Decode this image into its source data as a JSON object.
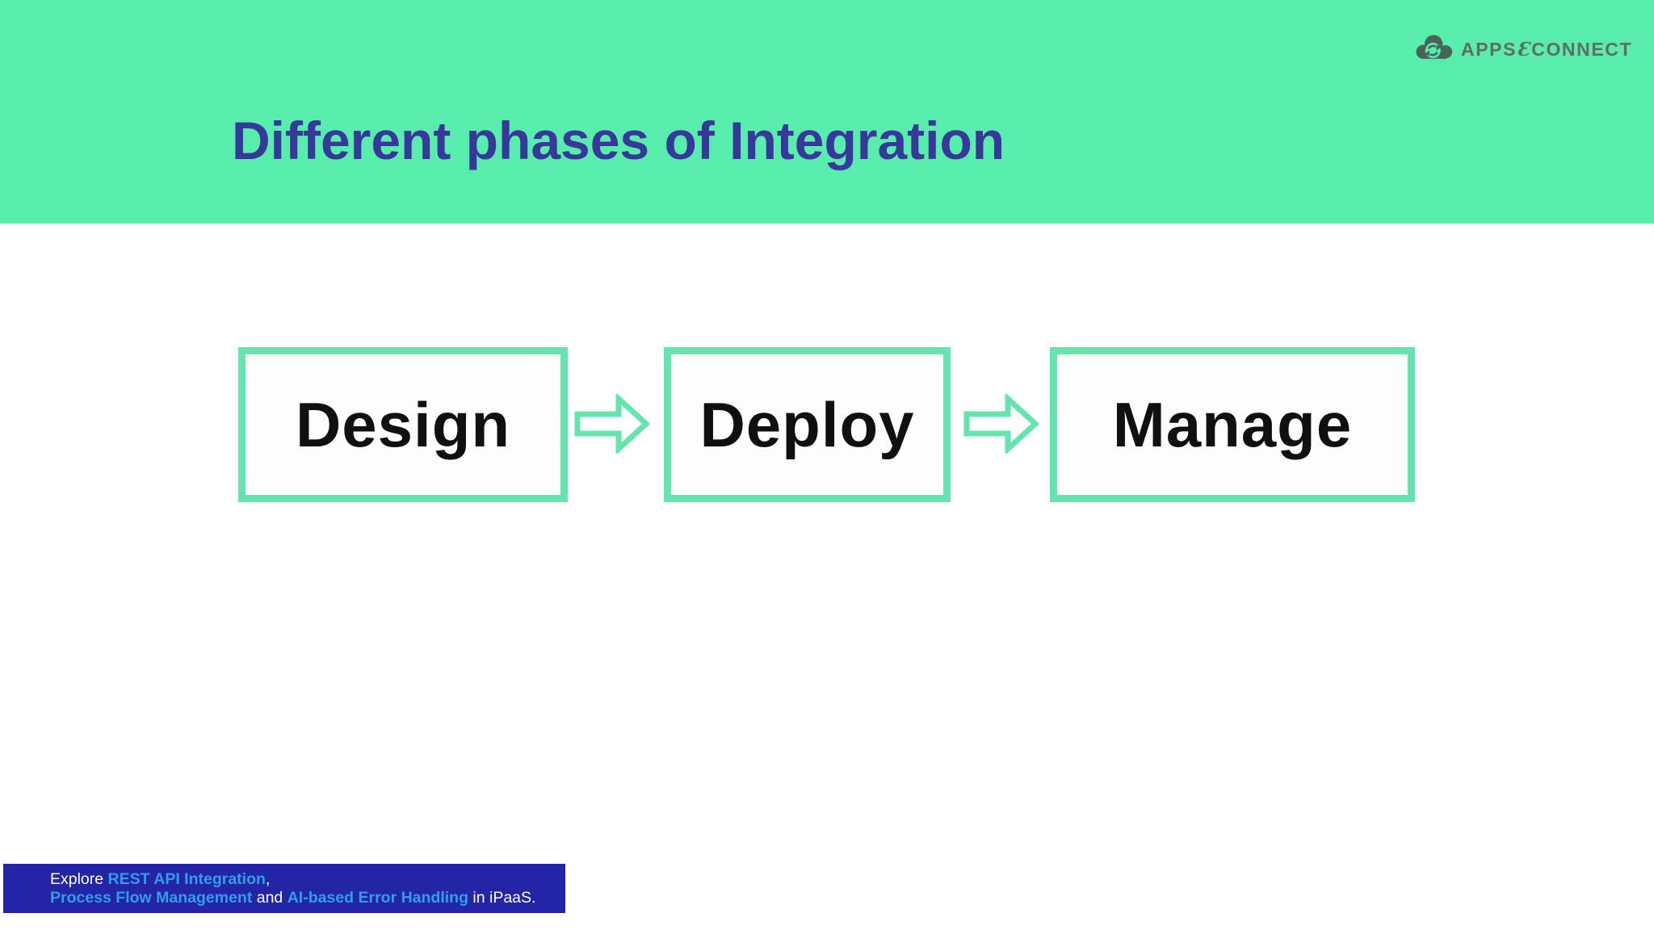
{
  "header": {
    "title": "Different phases of Integration",
    "title_color": "#38389B",
    "background_color": "#58EDAD",
    "logo": {
      "icon": "cloud-sync-icon",
      "text_prefix": "APPS",
      "text_e": "Ɛ",
      "text_suffix": "CONNECT",
      "color": "#5C6F64"
    }
  },
  "diagram": {
    "box_border_color": "#63E5AD",
    "arrow_color": "#63E5AD",
    "phases": [
      {
        "label": "Design"
      },
      {
        "label": "Deploy"
      },
      {
        "label": "Manage"
      }
    ]
  },
  "footer_banner": {
    "background_color": "#2424A6",
    "link_color": "#2F9FE8",
    "line1": [
      {
        "text": "Explore "
      },
      {
        "text": "REST API Integration"
      },
      {
        "text": ","
      }
    ],
    "line2": [
      {
        "text": "Process Flow Management"
      },
      {
        "text": " and "
      },
      {
        "text": "AI-based Error Handling"
      },
      {
        "text": " in iPaaS."
      }
    ]
  }
}
